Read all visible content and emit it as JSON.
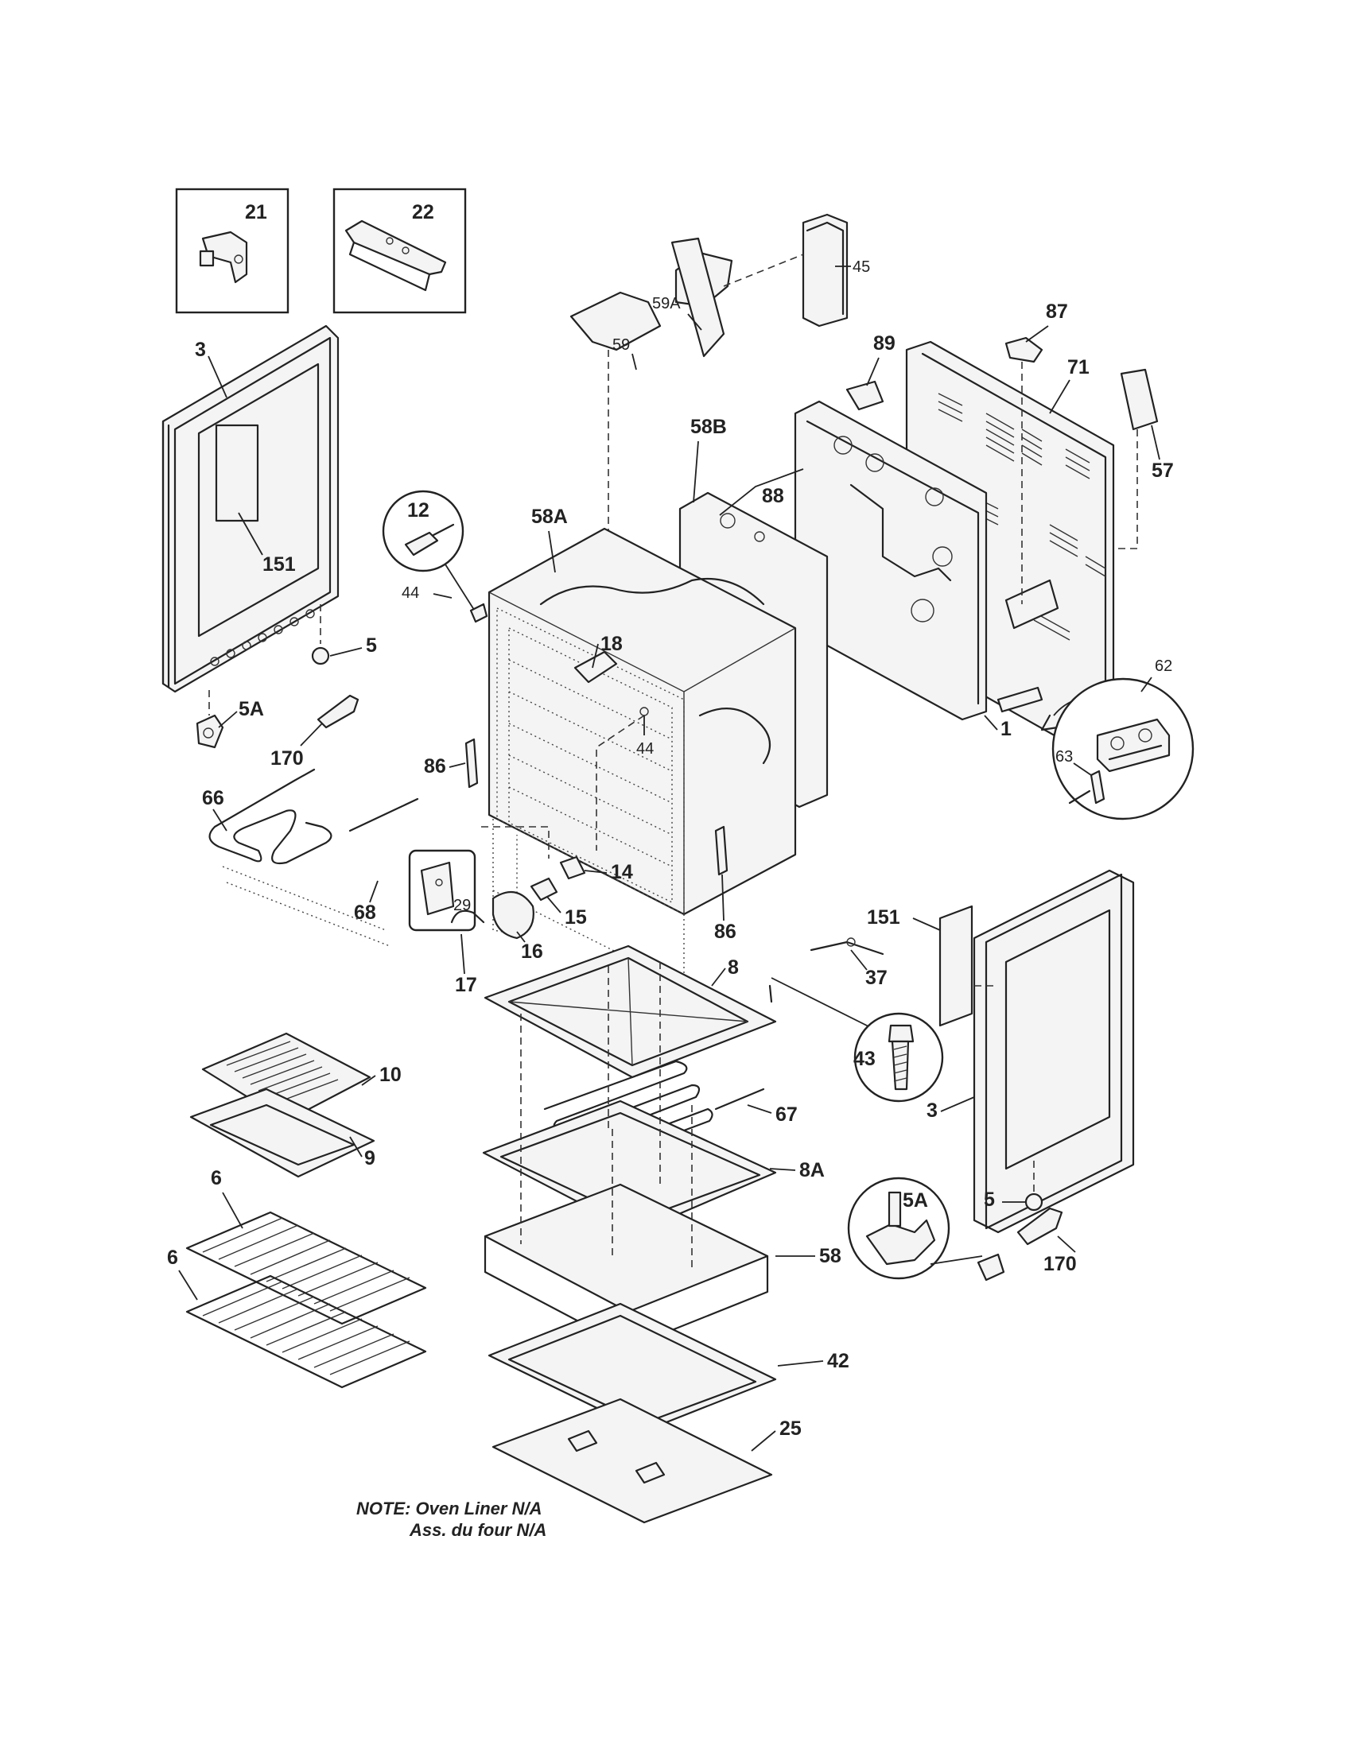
{
  "labels": {
    "p21": "21",
    "p22": "22",
    "p45": "45",
    "p59a": "59A",
    "p59": "59",
    "p87": "87",
    "p89": "89",
    "p71": "71",
    "p57": "57",
    "p3_left": "3",
    "p151_left": "151",
    "p12": "12",
    "p58a": "58A",
    "p58b": "58B",
    "p88": "88",
    "p44_top": "44",
    "p18": "18",
    "p5_left": "5",
    "p5a_left": "5A",
    "p170_left": "170",
    "p86_left": "86",
    "p44_mid": "44",
    "p1": "1",
    "p62": "62",
    "p63": "63",
    "p66": "66",
    "p29": "29",
    "p14": "14",
    "p15": "15",
    "p16": "16",
    "p17": "17",
    "p68": "68",
    "p86_right": "86",
    "p151_right": "151",
    "p37": "37",
    "p8": "8",
    "p43": "43",
    "p10": "10",
    "p9": "9",
    "p67": "67",
    "p3_right": "3",
    "p8a": "8A",
    "p6_top": "6",
    "p6_bottom": "6",
    "p5a_right": "5A",
    "p5_right": "5",
    "p58": "58",
    "p170_right": "170",
    "p42": "42",
    "p25": "25"
  },
  "note": {
    "line1": "NOTE: Oven Liner N/A",
    "line2": "Ass. du four N/A"
  }
}
